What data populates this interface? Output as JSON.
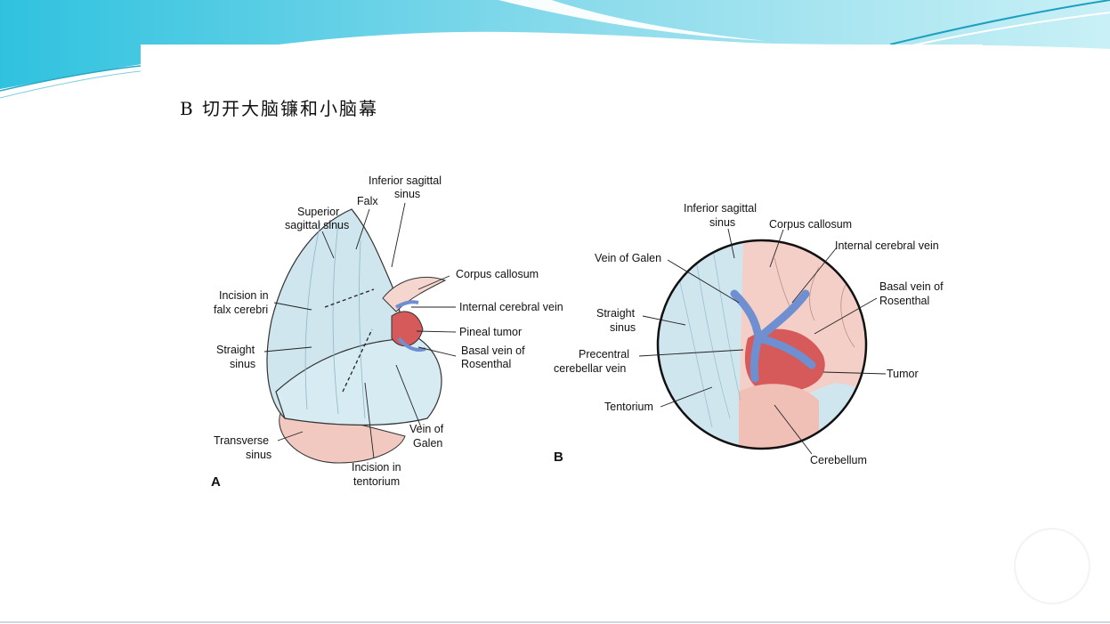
{
  "slide": {
    "title": "B 切开大脑镰和小脑幕"
  },
  "colors": {
    "banner_teal": "#3fc9e3",
    "banner_light": "#b9ecf4",
    "membrane_blue": "#cfe6ef",
    "vein_blue": "#6f8fd0",
    "tissue_pink": "#f4cfc7",
    "tumor_red": "#d65a5a"
  },
  "figure_a": {
    "panel_label": "A",
    "labels": {
      "inferior_sagittal_sinus_1": "Inferior sagittal",
      "inferior_sagittal_sinus_2": "sinus",
      "falx": "Falx",
      "superior_sagittal_sinus_1": "Superior",
      "superior_sagittal_sinus_2": "sagittal sinus",
      "corpus_callosum": "Corpus callosum",
      "incision_falx_1": "Incision in",
      "incision_falx_2": "falx cerebri",
      "internal_cerebral_vein": "Internal cerebral vein",
      "pineal_tumor": "Pineal tumor",
      "straight_sinus_1": "Straight",
      "straight_sinus_2": "sinus",
      "basal_vein_1": "Basal vein of",
      "basal_vein_2": "Rosenthal",
      "vein_of_galen_1": "Vein of",
      "vein_of_galen_2": "Galen",
      "transverse_sinus_1": "Transverse",
      "transverse_sinus_2": "sinus",
      "incision_tentorium_1": "Incision in",
      "incision_tentorium_2": "tentorium"
    }
  },
  "figure_b": {
    "panel_label": "B",
    "labels": {
      "inferior_sagittal_sinus_1": "Inferior sagittal",
      "inferior_sagittal_sinus_2": "sinus",
      "corpus_callosum": "Corpus callosum",
      "internal_cerebral_vein": "Internal cerebral vein",
      "vein_of_galen": "Vein of Galen",
      "basal_vein_1": "Basal vein of",
      "basal_vein_2": "Rosenthal",
      "straight_sinus_1": "Straight",
      "straight_sinus_2": "sinus",
      "precentral_vein_1": "Precentral",
      "precentral_vein_2": "cerebellar vein",
      "tumor": "Tumor",
      "tentorium": "Tentorium",
      "cerebellum": "Cerebellum"
    }
  }
}
